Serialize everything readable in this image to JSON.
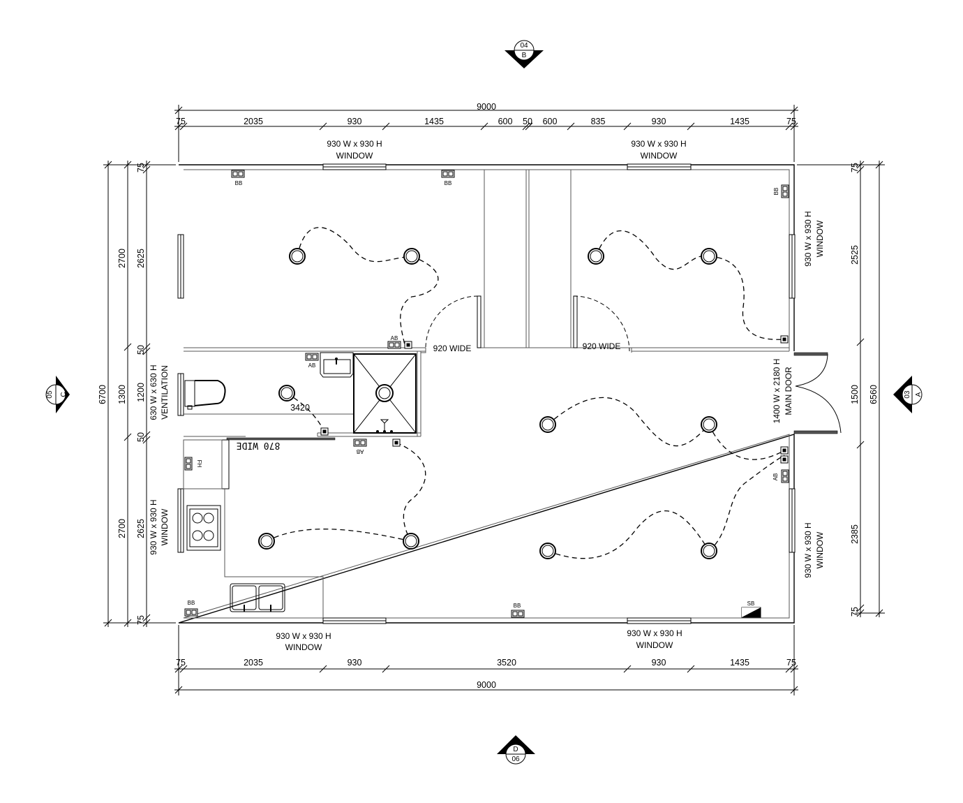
{
  "dimensions": {
    "top_total": "9000",
    "top_segments": [
      "75",
      "2035",
      "930",
      "1435",
      "600",
      "50",
      "600",
      "835",
      "930",
      "1435",
      "75"
    ],
    "bottom_total": "9000",
    "bottom_segments": [
      "75",
      "2035",
      "930",
      "3520",
      "930",
      "1435",
      "75"
    ],
    "left_total": "6700",
    "left_mid": [
      "2700",
      "1300",
      "2700"
    ],
    "left_inner": [
      "75",
      "2625",
      "50",
      "1200",
      "50",
      "2625",
      "75"
    ],
    "right_total": "6560",
    "right_inner": [
      "75",
      "2525",
      "1500",
      "2385",
      "75"
    ]
  },
  "labels": {
    "window_size": "930 W x 930 H",
    "window": "WINDOW",
    "vent_size": "630 W x 630 H",
    "ventilation": "VENTILATION",
    "door_size": "1400 W x 2180 H",
    "main_door": "MAIN DOOR",
    "door_920": "920 WIDE",
    "door_870": "870 WIDE",
    "bath_dim": "3420"
  },
  "symbols": {
    "bb": "BB",
    "ab": "AB",
    "sb": "SB",
    "fh": "FH"
  },
  "section_markers": [
    {
      "number": "04",
      "letter": "B"
    },
    {
      "number": "05",
      "letter": "C"
    },
    {
      "number": "03",
      "letter": "A"
    },
    {
      "number": "06",
      "letter": "D"
    }
  ]
}
